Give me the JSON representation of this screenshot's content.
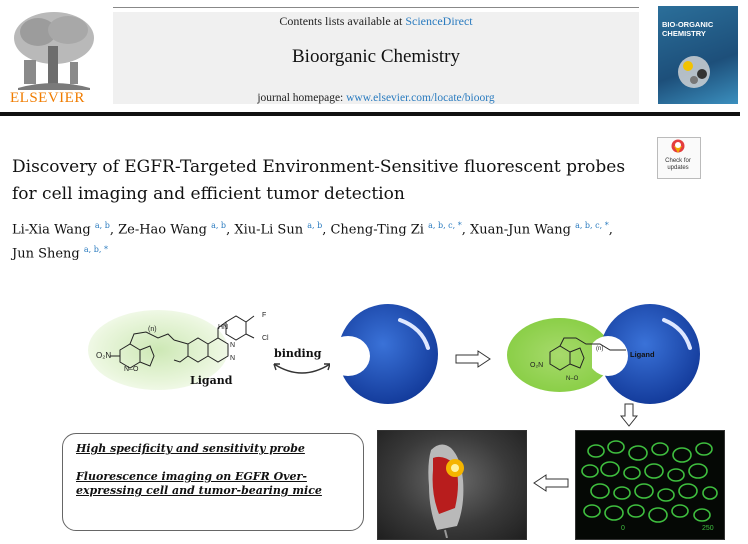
{
  "header": {
    "publisher": "ELSEVIER",
    "contents_prefix": "Contents lists available at ",
    "contents_link": "ScienceDirect",
    "journal": "Bioorganic Chemistry",
    "homepage_prefix": "journal homepage: ",
    "homepage_link": "www.elsevier.com/locate/bioorg",
    "cover_text": "BIO-ORGANIC CHEMISTRY"
  },
  "badge": {
    "check_for_updates": "Check for updates"
  },
  "article": {
    "title": "Discovery of EGFR-Targeted Environment-Sensitive fluorescent probes for cell imaging and efficient tumor detection",
    "authors": [
      {
        "name": "Li-Xia Wang",
        "aff": "a, b"
      },
      {
        "name": "Ze-Hao Wang",
        "aff": "a, b"
      },
      {
        "name": "Xiu-Li Sun",
        "aff": "a, b"
      },
      {
        "name": "Cheng-Ting Zi",
        "aff": "a, b, c, *"
      },
      {
        "name": "Xuan-Jun Wang",
        "aff": "a, b, c, *"
      },
      {
        "name": "Jun Sheng",
        "aff": "a, b, *"
      }
    ]
  },
  "graphical_abstract": {
    "binding_label": "binding",
    "ligand_label": "Ligand",
    "ligand_label_small": "Ligand",
    "hn": "HN",
    "f": "F",
    "cl": "Cl",
    "n1": "N",
    "n2": "N",
    "o2n": "O₂N",
    "n_o_n": "N–O",
    "n": "(n)",
    "text_line1": "High specificity and sensitivity probe",
    "text_line2": "Fluorescence imaging on EGFR Over-expressing cell and tumor-bearing mice",
    "scale_left": "0",
    "scale_right": "250"
  },
  "colors": {
    "elsevier_orange": "#f07c00",
    "link_blue": "#2a7bbf",
    "receptor_blue": "#1f4fb5",
    "probe_green": "#8bcf48"
  }
}
